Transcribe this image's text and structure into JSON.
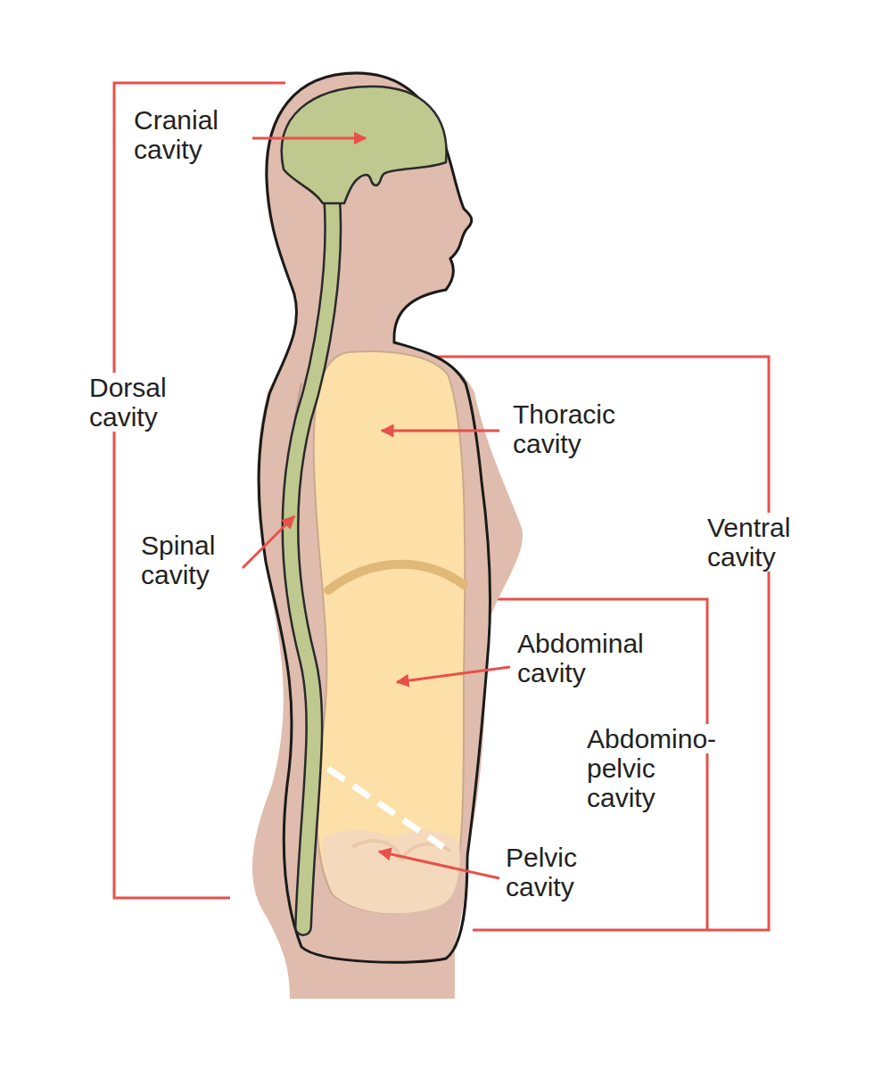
{
  "diagram": {
    "labels": [
      "Cranial cavity",
      "Dorsal cavity",
      "Thoracic cavity",
      "Spinal cavity",
      "Ventral cavity",
      "Abdominal cavity",
      "Abdomino-pelvic cavity",
      "Pelvic cavity"
    ]
  }
}
